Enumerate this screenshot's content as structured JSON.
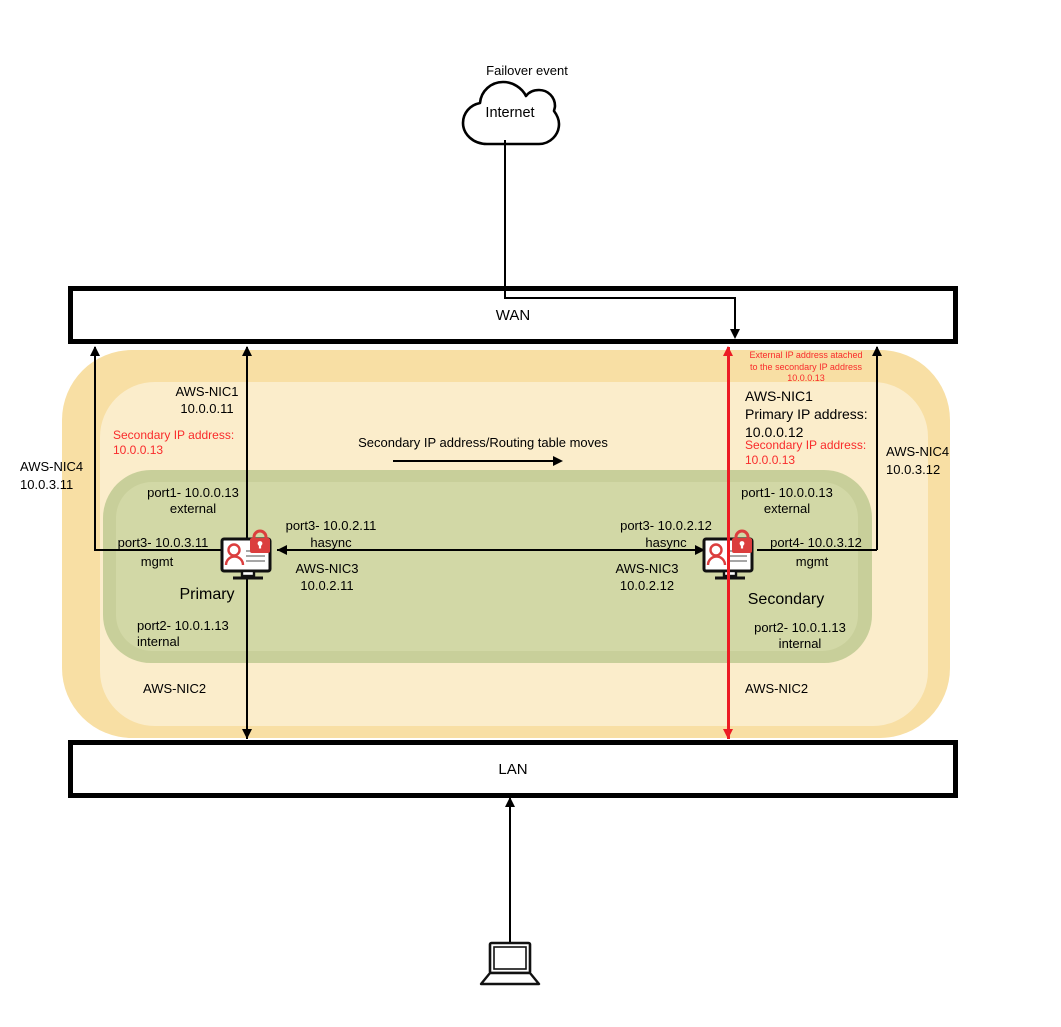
{
  "colors": {
    "zone_outer": "#F8DFA4",
    "zone_inner": "#FBEDCB",
    "subnet_outer": "#C8CF9A",
    "subnet_inner": "#D2D8A6",
    "red_line": "#EC1C24",
    "red_text": "#F92B2B",
    "icon_red": "#DB3E3E",
    "black": "#000000"
  },
  "header": {
    "failover_label": "Failover event",
    "internet_label": "Internet"
  },
  "network": {
    "wan_label": "WAN",
    "lan_label": "LAN",
    "move_label": "Secondary IP address/Routing table moves"
  },
  "primary": {
    "name": "Primary",
    "nic1_label": "AWS-NIC1",
    "nic1_ip": "10.0.0.11",
    "secondary_ip_label": "Secondary IP address:",
    "secondary_ip": "10.0.0.13",
    "nic4_label": "AWS-NIC4",
    "nic4_ip": "10.0.3.11",
    "port1_label": "port1- 10.0.0.13",
    "port1_role": "external",
    "mgmt_label": "port3- 10.0.3.11",
    "mgmt_role": "mgmt",
    "hasync_label": "port3- 10.0.2.11",
    "hasync_role": "hasync",
    "nic3_label": "AWS-NIC3",
    "nic3_ip": "10.0.2.11",
    "port2_label": "port2- 10.0.1.13",
    "port2_role": "internal",
    "nic2_label": "AWS-NIC2"
  },
  "secondary": {
    "name": "Secondary",
    "note_line1": "External IP address atached",
    "note_line2": "to the secondary IP address",
    "note_line3": "10.0.0.13",
    "nic1_label": "AWS-NIC1",
    "primary_ip_label": "Primary IP address:",
    "primary_ip": "10.0.0.12",
    "secondary_ip_label": "Secondary IP address:",
    "secondary_ip": "10.0.0.13",
    "nic4_label": "AWS-NIC4",
    "nic4_ip": "10.0.3.12",
    "port1_label": "port1- 10.0.0.13",
    "port1_role": "external",
    "hasync_label": "port3- 10.0.2.12",
    "hasync_role": "hasync",
    "nic3_label": "AWS-NIC3",
    "nic3_ip": "10.0.2.12",
    "mgmt_label": "port4- 10.0.3.12",
    "mgmt_role": "mgmt",
    "port2_label": "port2- 10.0.1.13",
    "port2_role": "internal",
    "nic2_label": "AWS-NIC2"
  }
}
